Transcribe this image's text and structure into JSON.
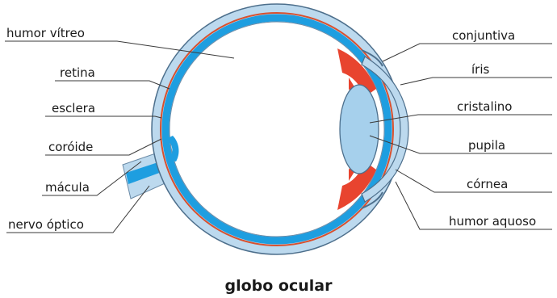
{
  "diagram": {
    "caption": "globo ocular",
    "labels_left": {
      "humor_vitreo": "humor vítreo",
      "retina": "retina",
      "esclera": "esclera",
      "coroide": "coróide",
      "macula": "mácula",
      "nervo_optico": "nervo óptico"
    },
    "labels_right": {
      "conjuntiva": "conjuntiva",
      "iris": "íris",
      "cristalino": "cristalino",
      "pupila": "pupila",
      "cornea": "córnea",
      "humor_aquoso": "humor aquoso"
    }
  },
  "colors": {
    "sclera": "#bcd9ee",
    "retina": "#1e9ee0",
    "choroid": "#d9502e",
    "iris": "#e8442f",
    "lens": "#a6d0ec",
    "line": "#3a3a3a"
  }
}
